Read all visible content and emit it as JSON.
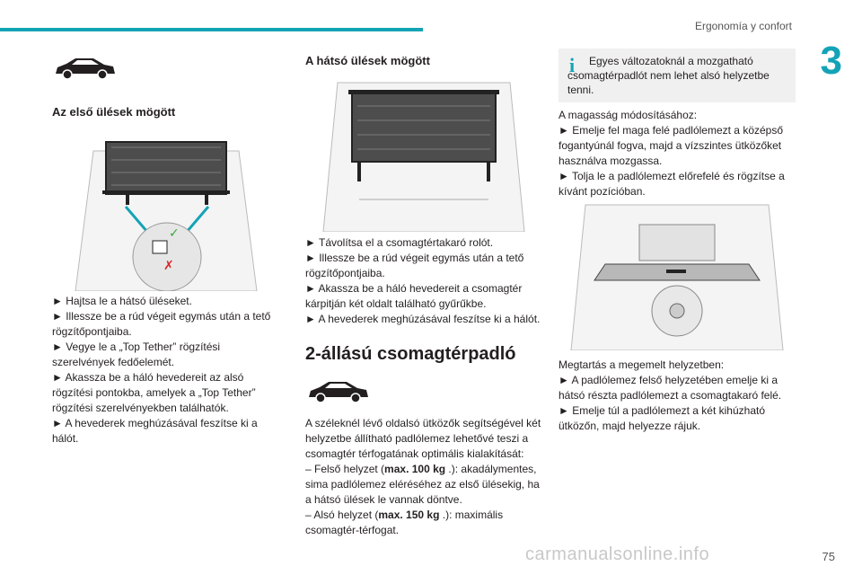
{
  "header": {
    "section_title": "Ergonomía y confort",
    "chapter_number": "3"
  },
  "col1": {
    "heading": "Az első ülések mögött",
    "steps": [
      "► Hajtsa le a hátsó üléseket.",
      "► Illessze be a rúd végeit egymás után a tető rögzítőpontjaiba.",
      "► Vegye le a „Top Tether” rögzítési szerelvények fedőelemét.",
      "► Akassza be a háló hevedereit az alsó rögzítési pontokba, amelyek a „Top Tether” rögzítési szerelvényekben találhatók.",
      "► A hevederek meghúzásával feszítse ki a hálót."
    ]
  },
  "col2": {
    "heading": "A hátsó ülések mögött",
    "steps": [
      "► Távolítsa el a csomagtértakaró rolót.",
      "► Illessze be a rúd végeit egymás után a tető rögzítőpontjaiba.",
      "► Akassza be a háló hevedereit a csomagtér kárpitján két oldalt található gyűrűkbe.",
      "► A hevederek meghúzásával feszítse ki a hálót."
    ],
    "section_heading": "2-állású csomagtérpadló",
    "intro": "A széleknél lévő oldalsó ütközők segítségével két helyzetbe állítható padlólemez lehetővé teszi a csomagtér térfogatának optimális kialakítását:",
    "pos1_prefix": "– Felső helyzet (",
    "pos1_bold": "max. 100 kg",
    "pos1_suffix": " .): akadálymentes, sima padlólemez eléréséhez az első ülésekig, ha a hátsó ülések le vannak döntve.",
    "pos2_prefix": "– Alsó helyzet (",
    "pos2_bold": "max. 150 kg",
    "pos2_suffix": " .): maximális csomagtér-térfogat."
  },
  "col3": {
    "info_icon": "i",
    "info_text": "Egyes változatoknál a mozgatható csomagtérpadlót nem lehet alsó helyzetbe tenni.",
    "height_intro": "A magasság módosításához:",
    "height_steps": [
      "► Emelje fel maga felé padlólemezt a középső fogantyúnál fogva, majd a vízszintes ütközőket használva mozgassa.",
      "► Tolja le a padlólemezt előrefelé és rögzítse a kívánt pozícióban."
    ],
    "hold_intro": "Megtartás a megemelt helyzetben:",
    "hold_steps": [
      "► A padlólemez felső helyzetében emelje ki a hátsó részta padlólemezt a csomagtakaró felé.",
      "► Emelje túl a padlólemezt a két kihúzható ütközőn, majd helyezze rájuk."
    ]
  },
  "footer": {
    "page_number": "75",
    "watermark": "carmanualsonline.info"
  }
}
